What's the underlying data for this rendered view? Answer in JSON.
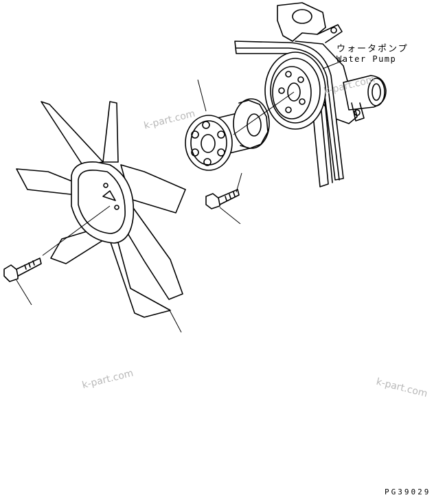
{
  "labels": {
    "water_pump_jp": "ウォータポンプ",
    "water_pump_en": "Water Pump"
  },
  "drawing_code": "PG39029",
  "watermarks": [
    "k-part.com",
    "k-part.com",
    "k-part.com",
    "k-part.com"
  ]
}
